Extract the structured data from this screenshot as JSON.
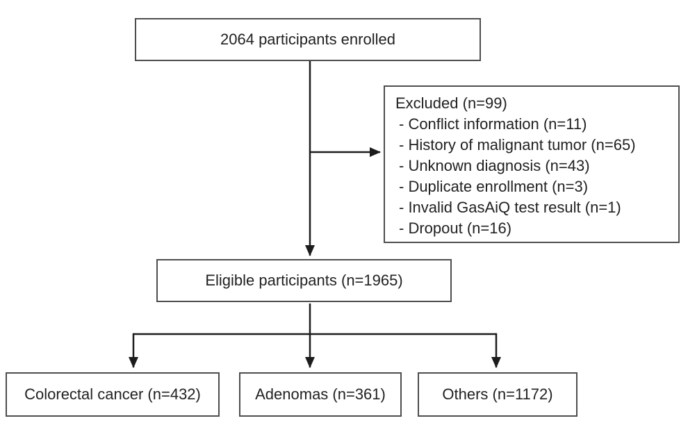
{
  "diagram": {
    "nodes": {
      "enrolled": {
        "label": "2064 participants enrolled"
      },
      "excluded": {
        "title": "Excluded (n=99)",
        "items": [
          "- Conflict information (n=11)",
          "- History of malignant tumor (n=65)",
          "- Unknown diagnosis (n=43)",
          "- Duplicate enrollment (n=3)",
          "- Invalid GasAiQ test result (n=1)",
          "- Dropout (n=16)"
        ]
      },
      "eligible": {
        "label": "Eligible participants (n=1965)"
      },
      "colorectal": {
        "label": "Colorectal cancer (n=432)"
      },
      "adenomas": {
        "label": "Adenomas (n=361)"
      },
      "others": {
        "label": "Others (n=1172)"
      }
    },
    "colors": {
      "box_border": "#4d4d4d",
      "connector": "#1c1c1c",
      "text": "#212121",
      "background": "#ffffff"
    }
  }
}
